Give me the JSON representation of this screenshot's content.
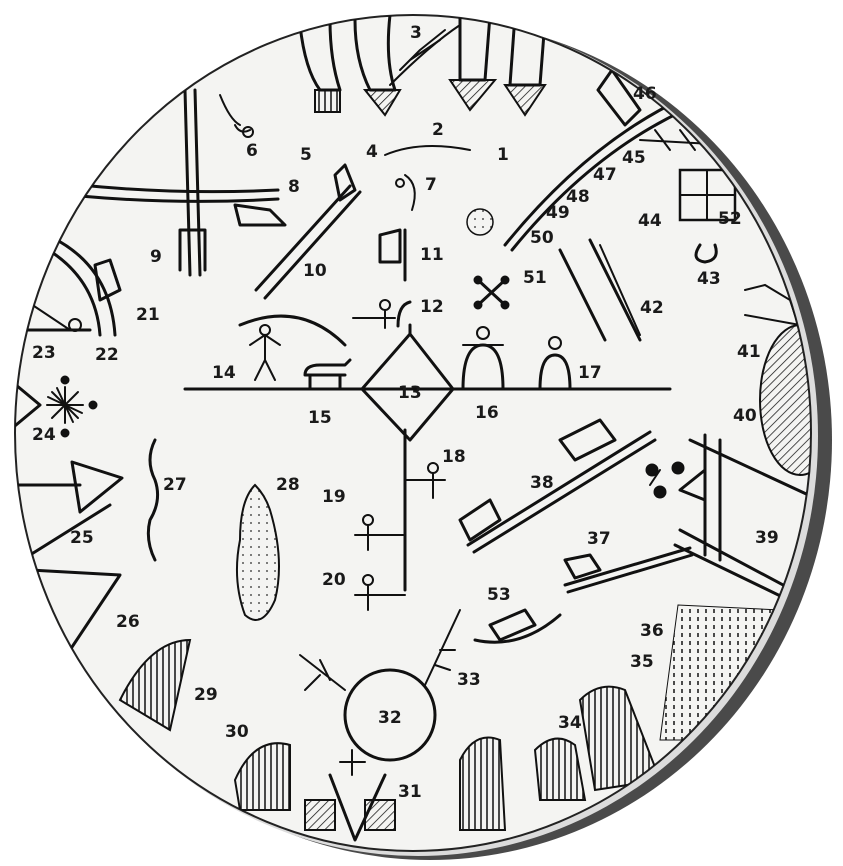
{
  "figure": {
    "labels": [
      "1",
      "2",
      "3",
      "4",
      "5",
      "6",
      "7",
      "8",
      "9",
      "10",
      "11",
      "12",
      "13",
      "14",
      "15",
      "16",
      "17",
      "18",
      "19",
      "20",
      "21",
      "22",
      "23",
      "24",
      "25",
      "26",
      "27",
      "28",
      "29",
      "30",
      "31",
      "32",
      "33",
      "34",
      "35",
      "36",
      "37",
      "38",
      "39",
      "40",
      "41",
      "42",
      "43",
      "44",
      "45",
      "46",
      "47",
      "48",
      "49",
      "50",
      "51",
      "52",
      "53"
    ]
  },
  "colors": {
    "ink": "#111111",
    "drum_face": "#f4f4f2",
    "shadow": "#4a4a4a",
    "background": "#ffffff"
  }
}
